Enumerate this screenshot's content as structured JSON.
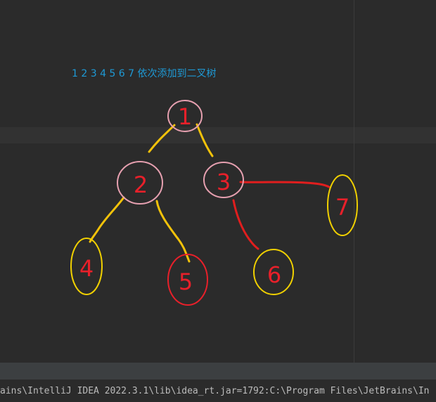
{
  "caption": "1 2 3 4 5 6 7  依次添加到二叉树",
  "console": {
    "text": "ains\\IntelliJ IDEA 2022.3.1\\lib\\idea_rt.jar=1792:C:\\Program Files\\JetBrains\\In"
  },
  "tree": {
    "nodes": {
      "n1": "1",
      "n2": "2",
      "n3": "3",
      "n4": "4",
      "n5": "5",
      "n6": "6",
      "n7": "7"
    }
  },
  "colors": {
    "node_pink": "#e6a0b0",
    "node_yellow": "#f0d000",
    "node_red": "#e8202a",
    "edge_yellow": "#f2c20a",
    "edge_red": "#e01e1e",
    "caption": "#1e9ad6"
  }
}
